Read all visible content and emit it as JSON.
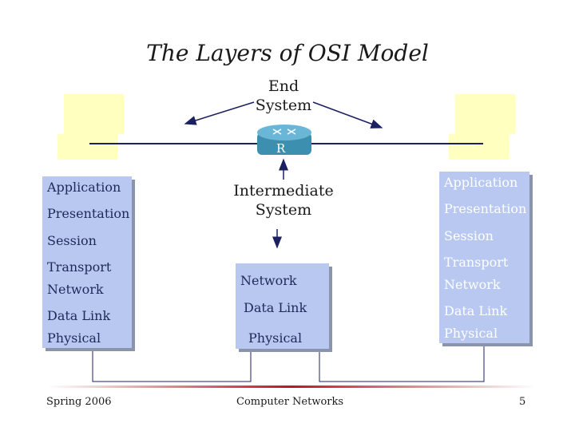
{
  "title": "The Layers of OSI Model",
  "end_system": [
    "End",
    "System"
  ],
  "router_label": "R",
  "intermediate_system": [
    "Intermediate",
    "System"
  ],
  "left_stack": [
    "Application",
    "Presentation",
    "Session",
    "Transport",
    "Network",
    "Data Link",
    "Physical"
  ],
  "right_stack": [
    "Application",
    "Presentation",
    "Session",
    "Transport",
    "Network",
    "Data Link",
    "Physical"
  ],
  "middle_stack": [
    "Network",
    "Data Link",
    "Physical"
  ],
  "footer": {
    "left": "Spring 2006",
    "center": "Computer Networks",
    "right": "5"
  },
  "colors": {
    "stack_fill": "#b8c8f0",
    "stack_shadow": "#8a94ab",
    "computer": "#ffffc0",
    "router": "#3d8fb0",
    "footer_line": "#c0141e"
  },
  "icons": [
    "computer-icon",
    "router-icon"
  ]
}
